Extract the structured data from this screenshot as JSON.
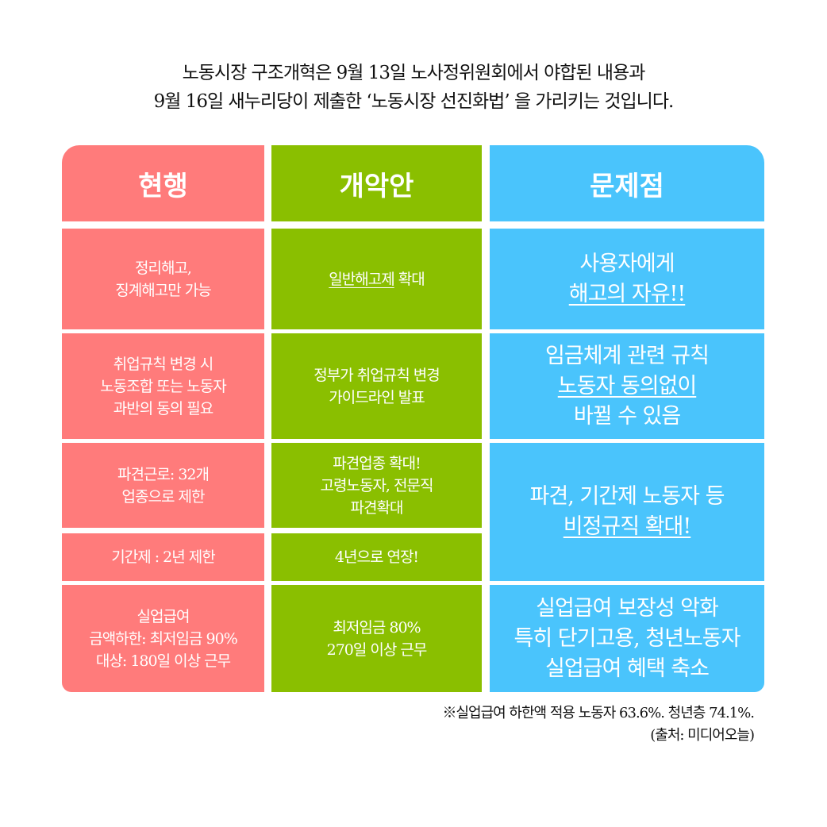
{
  "intro": [
    "노동시장 구조개혁은 9월 13일 노사정위원회에서 야합된 내용과",
    "9월 16일 새누리당이 제출한 ‘노동시장 선진화법’ 을 가리키는 것입니다."
  ],
  "headers": {
    "current": "현행",
    "reform": "개악안",
    "problem": "문제점"
  },
  "rows": {
    "r1": {
      "current": [
        "정리해고,",
        "징계해고만 가능"
      ],
      "reform_u": "일반해고제",
      "reform": " 확대",
      "problem": [
        "사용자에게"
      ],
      "problem_u": "해고의 자유!!"
    },
    "r2": {
      "current": [
        "취업규칙 변경 시",
        "노동조합 또는 노동자",
        "과반의 동의 필요"
      ],
      "reform": [
        "정부가 취업규칙 변경",
        "가이드라인 발표"
      ],
      "problem1": "임금체계 관련 규칙",
      "problem_u": "노동자 동의없이",
      "problem2": "바뀔 수 있음"
    },
    "r3": {
      "current": [
        "파견근로: 32개",
        "업종으로 제한"
      ],
      "reform": [
        "파견업종 확대!",
        "고령노동자, 전문직",
        "파견확대"
      ],
      "problem": "파견, 기간제 노동자 등",
      "problem_u": "비정규직 확대!"
    },
    "r4": {
      "current": "기간제 : 2년 제한",
      "reform": "4년으로 연장!"
    },
    "r5": {
      "current": [
        "실업급여",
        "금액하한: 최저임금 90%",
        "대상: 180일 이상 근무"
      ],
      "reform": [
        "최저임금 80%",
        "270일 이상 근무"
      ],
      "problem": [
        "실업급여 보장성 악화",
        "특히 단기고용, 청년노동자",
        "실업급여 혜택 축소"
      ]
    }
  },
  "note": [
    "※실업급여 하한액 적용 노동자 63.6%. 청년층 74.1%.",
    "(출처: 미디어오늘)"
  ]
}
